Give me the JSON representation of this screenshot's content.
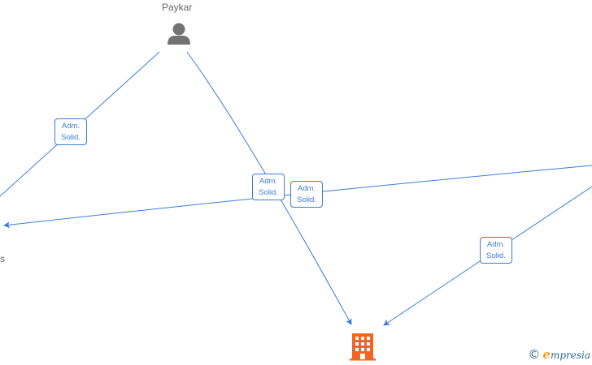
{
  "nodes": {
    "paykar": {
      "label": "Paykar"
    },
    "left_partial": {
      "label": "s"
    }
  },
  "edge_labels": {
    "line1": "Adm.",
    "line2": "Solid."
  },
  "watermark": {
    "copyright": "©",
    "brand_initial": "e",
    "brand_rest": "mpresia"
  },
  "colors": {
    "edge": "#3b7dd8",
    "person_icon": "#737373",
    "company_icon": "#f26522",
    "brand": "#2d6a8a"
  }
}
